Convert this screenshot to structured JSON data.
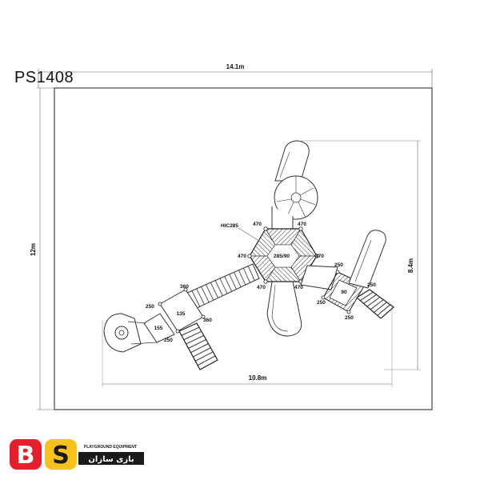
{
  "model_code": "PS1408",
  "dimensions": {
    "overall_width": "14.1m",
    "overall_height": "12m",
    "equipment_width": "10.8m",
    "equipment_height": "8.4m"
  },
  "labels": {
    "hic": "HIC285",
    "deck_hex": "285/90",
    "deck_left_upper": "135",
    "deck_left_lower": "155",
    "deck_right": "90",
    "h470_a": "470",
    "h470_b": "470",
    "h470_c": "470",
    "h470_d": "470",
    "h470_e": "470",
    "h470_f": "470",
    "h360_a": "360",
    "h360_b": "360",
    "h250_a": "250",
    "h250_b": "250",
    "h250_c": "250",
    "h250_d": "250",
    "h250_e": "250",
    "h250_f": "250"
  },
  "brand": {
    "tagline": "PLAYGROUND EQUIPMENT",
    "name_fa": "بازی سازان",
    "logo_letters": "BS",
    "color_red": "#e5202c",
    "color_yellow": "#f7c21b",
    "color_dark": "#1a1a1a"
  }
}
